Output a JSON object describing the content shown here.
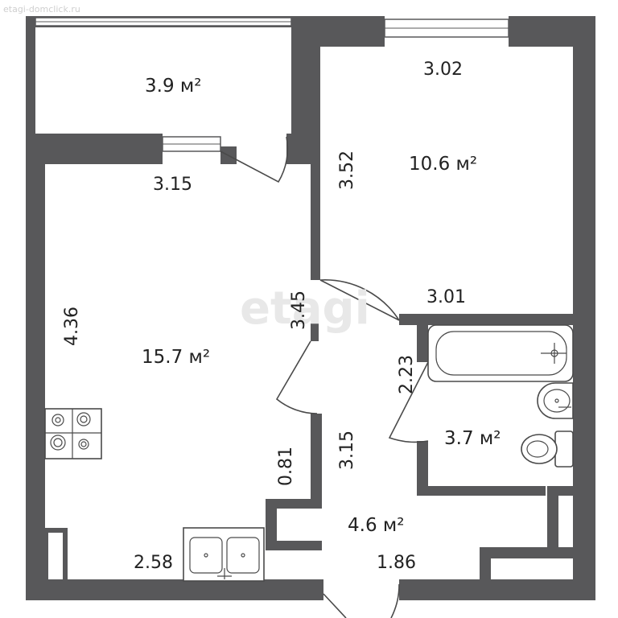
{
  "watermark": {
    "main": "etagi",
    "corner": "etagi-domclick.ru"
  },
  "rooms": {
    "balcony": {
      "area": "3.9 м²"
    },
    "bedroom": {
      "area": "10.6 м²",
      "width": "3.02",
      "length": "3.52",
      "bottom_width": "3.01"
    },
    "kitchen_living": {
      "area": "15.7 м²",
      "top_width": "3.15",
      "height": "4.36",
      "right_length": "3.45",
      "offset": "0.81",
      "bottom_width": "2.58"
    },
    "hallway": {
      "area": "4.6 м²",
      "length": "3.15",
      "bottom_width": "1.86"
    },
    "bathroom": {
      "area": "3.7 м²",
      "length": "2.23"
    }
  },
  "colors": {
    "wall": "#58585a",
    "background": "#ffffff"
  }
}
